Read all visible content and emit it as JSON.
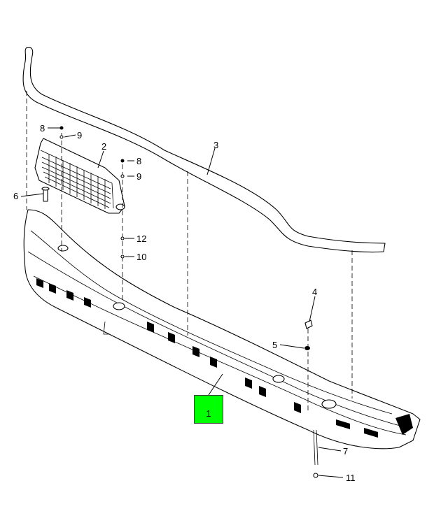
{
  "callouts": {
    "c1": "1",
    "c2": "2",
    "c3": "3",
    "c4": "4",
    "c5": "5",
    "c6": "6",
    "c7": "7",
    "c8a": "8",
    "c8b": "8",
    "c9a": "9",
    "c9b": "9",
    "c10": "10",
    "c11": "11",
    "c12": "12"
  },
  "colors": {
    "highlight": "#00ff00",
    "line": "#000000",
    "background": "#ffffff"
  }
}
